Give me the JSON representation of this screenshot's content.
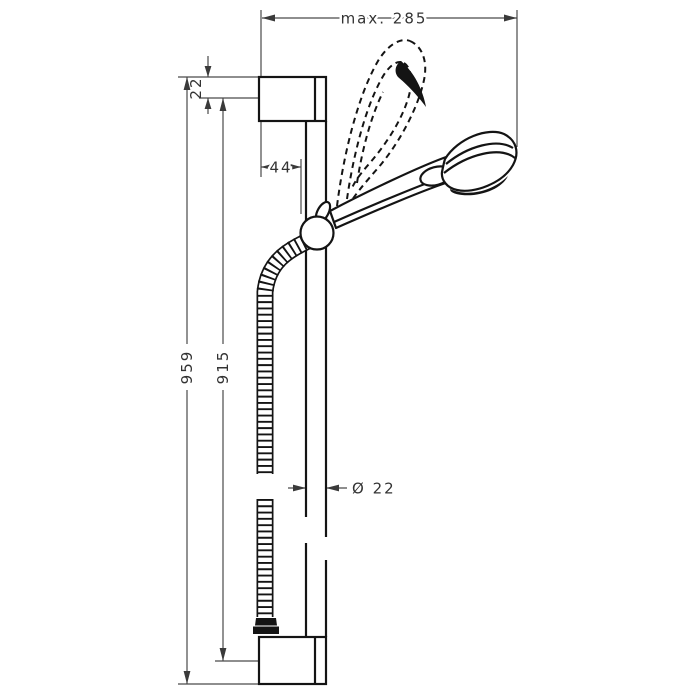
{
  "meta": {
    "title": "Shower slide bar set — dimensional technical drawing",
    "units": "mm",
    "subject": "wall bar with sliding holder, hand shower and flexible hose"
  },
  "colors": {
    "background": "#ffffff",
    "drawing_line": "#141414",
    "dimension_line": "#4a4a4a",
    "text": "#333333"
  },
  "dims": {
    "max_reach": "max. 285",
    "top_offset": "22",
    "wall_distance": "44",
    "overall_height": "959",
    "bracket_spacing": "915",
    "bar_diameter": "Ø 22"
  }
}
